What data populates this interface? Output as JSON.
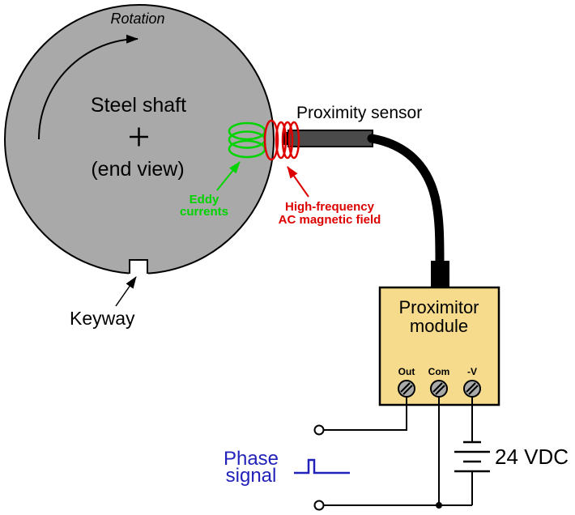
{
  "colors": {
    "shaft-gray": "#a9a9a9",
    "sensor-gray": "#4a4a4a",
    "module-yellow": "#f5db8b",
    "eddy-green": "#00d400",
    "field-red": "#dd0000",
    "signal-blue": "#2222bb",
    "wire-black": "#000000"
  },
  "shaft": {
    "rotation_label": "Rotation",
    "title": "Steel shaft",
    "subtitle": "(end view)",
    "keyway_label": "Keyway"
  },
  "sensor": {
    "label": "Proximity sensor"
  },
  "annotations": {
    "eddy_line1": "Eddy",
    "eddy_line2": "currents",
    "field_line1": "High-frequency",
    "field_line2": "AC magnetic field"
  },
  "module": {
    "title_line1": "Proximitor",
    "title_line2": "module",
    "terminals": [
      {
        "label": "Out"
      },
      {
        "label": "Com"
      },
      {
        "label": "-V"
      }
    ]
  },
  "output": {
    "phase_line1": "Phase",
    "phase_line2": "signal",
    "supply_label": "24 VDC"
  }
}
